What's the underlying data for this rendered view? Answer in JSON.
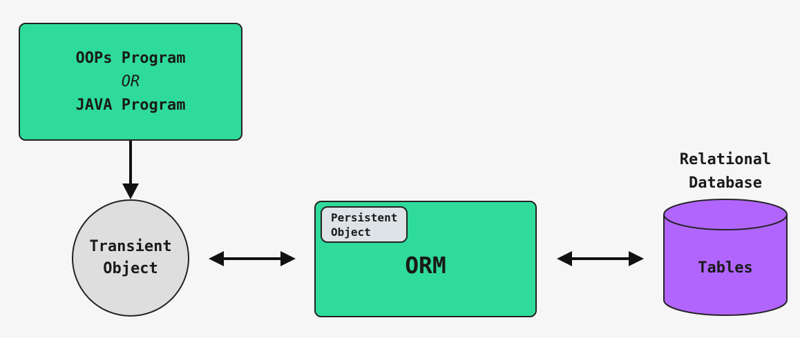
{
  "oop_box": {
    "line1": "OOPs Program",
    "line2": "OR",
    "line3": "JAVA Program"
  },
  "transient_object": {
    "line1": "Transient",
    "line2": "Object"
  },
  "orm_box": {
    "persistent_line1": "Persistent",
    "persistent_line2": "Object",
    "label": "ORM"
  },
  "database": {
    "title_line1": "Relational",
    "title_line2": "Database",
    "label": "Tables"
  },
  "colors": {
    "green": "#2fdb9a",
    "gray_circle": "#dedede",
    "persistent_badge": "#dde3e7",
    "purple": "#b165fc",
    "stroke": "#222222",
    "background": "#f6f6f6"
  }
}
